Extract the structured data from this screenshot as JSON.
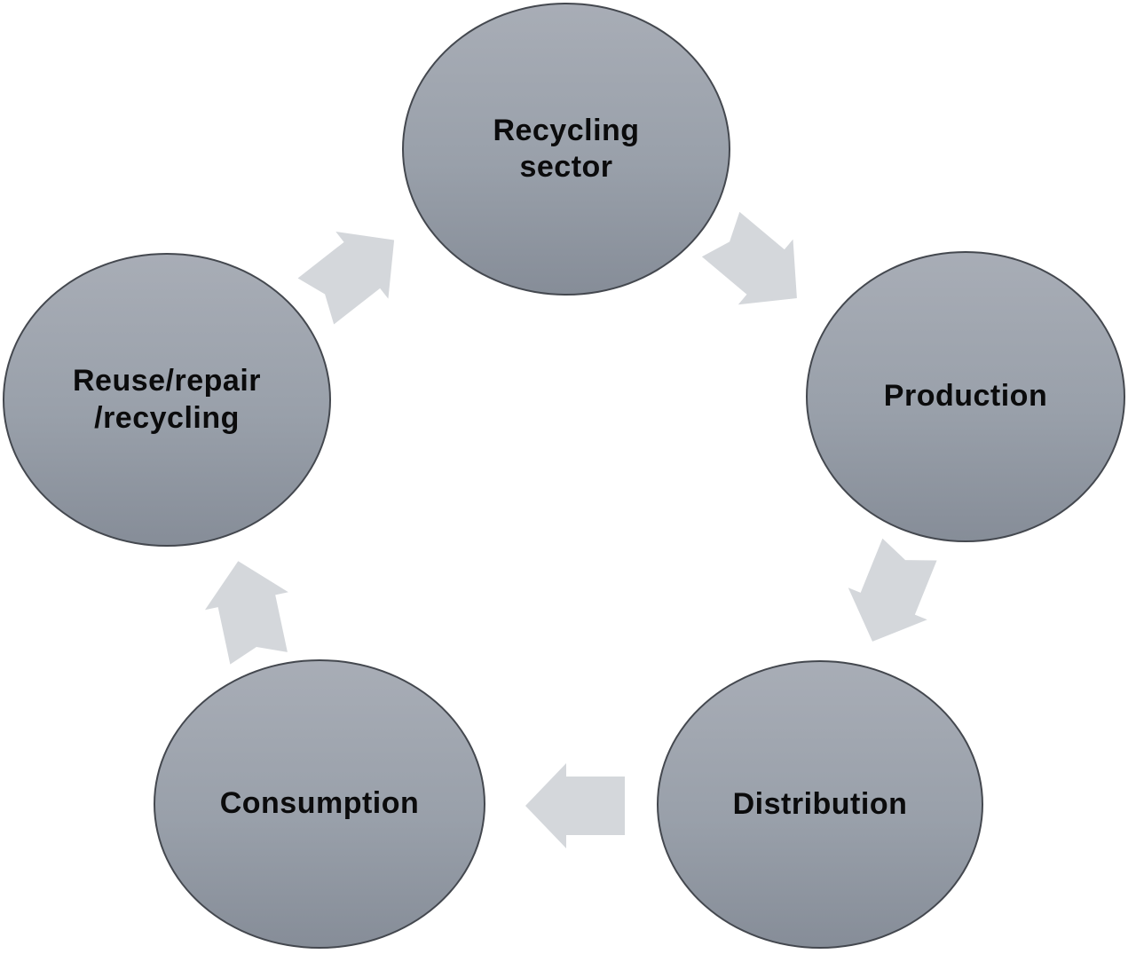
{
  "colors": {
    "page_bg": "#ffffff",
    "node_fill_top": "#a8adb6",
    "node_fill_bottom": "#868d98",
    "node_border": "#44484f",
    "arrow_fill": "#d4d7db",
    "label_color": "#0b0b0c"
  },
  "nodes": {
    "recycling_sector": {
      "lines": [
        "Recycling",
        "sector"
      ]
    },
    "production": {
      "lines": [
        "Production"
      ]
    },
    "distribution": {
      "lines": [
        "Distribution"
      ]
    },
    "consumption": {
      "lines": [
        "Consumption"
      ]
    },
    "reuse_repair_recycling": {
      "lines": [
        "Reuse/repair",
        "/recycling"
      ]
    }
  },
  "edges": [
    {
      "from": "recycling_sector",
      "to": "production",
      "arrow_direction": "down-right"
    },
    {
      "from": "production",
      "to": "distribution",
      "arrow_direction": "down-left"
    },
    {
      "from": "distribution",
      "to": "consumption",
      "arrow_direction": "left"
    },
    {
      "from": "consumption",
      "to": "reuse_repair_recycling",
      "arrow_direction": "up"
    },
    {
      "from": "reuse_repair_recycling",
      "to": "recycling_sector",
      "arrow_direction": "up-right"
    }
  ]
}
